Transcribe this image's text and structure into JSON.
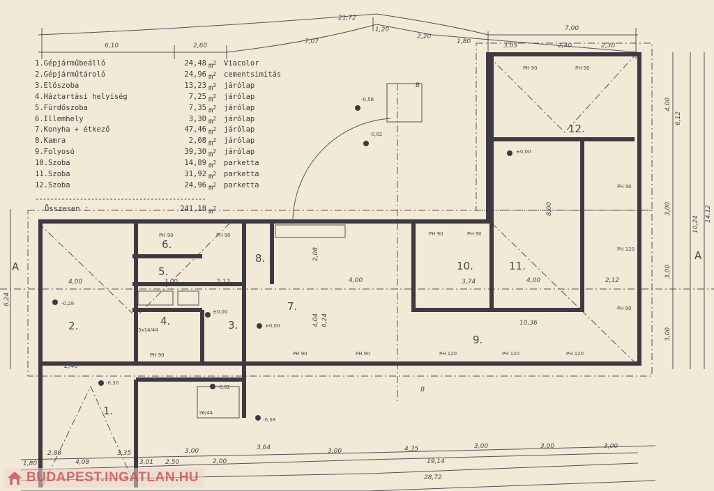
{
  "legend": {
    "rooms": [
      {
        "name": "1.Gépjárműbeálló",
        "area": "24,48",
        "unit": "m",
        "material": "Viacolor"
      },
      {
        "name": "2.Gépjárműtároló",
        "area": "24,96",
        "unit": "m",
        "material": "cementsimítás"
      },
      {
        "name": "3.Előszoba",
        "area": "13,23",
        "unit": "m",
        "material": "járólap"
      },
      {
        "name": "4.Háztartási helyiség",
        "area": "7,25",
        "unit": "m",
        "material": "járólap"
      },
      {
        "name": "5.Fürdőszoba",
        "area": "7,35",
        "unit": "m",
        "material": "járólap"
      },
      {
        "name": "6.Illemhely",
        "area": "3,30",
        "unit": "m",
        "material": "járólap"
      },
      {
        "name": "7.Konyha + étkező",
        "area": "47,46",
        "unit": "m",
        "material": "járólap"
      },
      {
        "name": "8.Kamra",
        "area": "2,08",
        "unit": "m",
        "material": "járólap"
      },
      {
        "name": "9.Folyosó",
        "area": "39,30",
        "unit": "m",
        "material": "járólap"
      },
      {
        "name": "10.Szoba",
        "area": "14,89",
        "unit": "m",
        "material": "parketta"
      },
      {
        "name": "11.Szoba",
        "area": "31,92",
        "unit": "m",
        "material": "parketta"
      },
      {
        "name": "12.Szoba",
        "area": "24,96",
        "unit": "m",
        "material": "parketta"
      }
    ],
    "separator": "----------------------------------------------",
    "total_label": "Összesen :",
    "total_area": "241,18",
    "total_unit": "m",
    "sup": "2"
  },
  "plan": {
    "room_numbers": [
      "1.",
      "2.",
      "3.",
      "4.",
      "5.",
      "6.",
      "7.",
      "8.",
      "9.",
      "10.",
      "11.",
      "12."
    ],
    "top_dims": {
      "overall": "21,72",
      "right": "7,00",
      "segments": [
        "6,10",
        "2,60",
        "7,07",
        "1,20",
        "2,20",
        "1,80",
        "3,05",
        "2,40",
        "2,30"
      ]
    },
    "bottom_dims": {
      "overall": "28,72",
      "sub": "19,14",
      "segments": [
        "2,88",
        "3,35",
        "3,00",
        "3,64",
        "3,00",
        "4,35",
        "3,00",
        "3,00",
        "3,00"
      ],
      "lower": [
        "1,80",
        "4,08",
        "3,01",
        "2,50",
        "2,00"
      ]
    },
    "right_dims": [
      "6,12",
      "4,00",
      "10,24",
      "14,12",
      "3,00",
      "3,00",
      "3,00"
    ],
    "left_dims": [
      "6,24"
    ],
    "interior_dims": [
      "4,00",
      "3,00",
      "2,12",
      "4,00",
      "3,74",
      "4,00",
      "2,12",
      "10,36",
      "2,40",
      "6,24",
      "4,04",
      "2,08",
      "8,00"
    ],
    "windows": [
      "PH 90",
      "PH 90",
      "PH 90",
      "PH 90",
      "PH 90",
      "PH 90",
      "PH 90",
      "PH 90",
      "PH 120",
      "PH 120",
      "PH 120",
      "PH 120",
      "PH 90",
      "PH 90",
      "PH 90"
    ],
    "levels": [
      "-0,58",
      "-0,02",
      "±0,00",
      "-0,28",
      "-0,30",
      "-0,02",
      "-0,58",
      "±0,00",
      "±0,00"
    ],
    "section_marks": [
      "A",
      "A",
      "B",
      "B"
    ],
    "stairs": "3x14/44",
    "stairs2": "36/44"
  },
  "watermark": "BUDAPEST.INGATLAN.HU",
  "colors": {
    "paper": "#f2e9d6",
    "ink": "#4a4650",
    "watermark": "#c84646"
  }
}
